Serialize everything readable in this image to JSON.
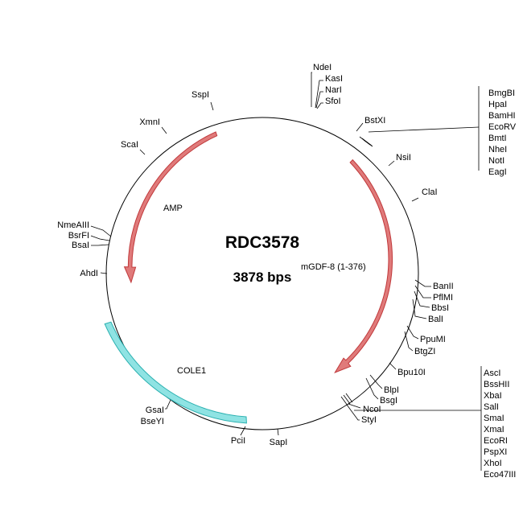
{
  "plasmid": {
    "name": "RDC3578",
    "size_label": "3878 bps",
    "backbone_color": "#000000"
  },
  "features": [
    {
      "name": "AMP",
      "type": "arrow",
      "color": "#e07a7a",
      "stroke": "#c0393b"
    },
    {
      "name": "mGDF-8 (1-376)",
      "type": "arrow",
      "color": "#e07a7a",
      "stroke": "#c0393b"
    },
    {
      "name": "COLE1",
      "type": "block",
      "color": "#8fe3e3",
      "stroke": "#2ab0b0"
    }
  ],
  "sites": [
    {
      "id": "ndel",
      "label": "NdeI"
    },
    {
      "id": "kasi",
      "label": "KasI"
    },
    {
      "id": "nari",
      "label": "NarI"
    },
    {
      "id": "sfoi",
      "label": "SfoI"
    },
    {
      "id": "bstxi",
      "label": "BstXI"
    },
    {
      "id": "nsii",
      "label": "NsiI"
    },
    {
      "id": "clai",
      "label": "ClaI"
    },
    {
      "id": "banii",
      "label": "BanII"
    },
    {
      "id": "pflmi",
      "label": "PflMI"
    },
    {
      "id": "bbsi",
      "label": "BbsI"
    },
    {
      "id": "bali",
      "label": "BalI"
    },
    {
      "id": "ppumi",
      "label": "PpuMI"
    },
    {
      "id": "btgzi",
      "label": "BtgZI"
    },
    {
      "id": "bpu10i",
      "label": "Bpu10I"
    },
    {
      "id": "blpi",
      "label": "BlpI"
    },
    {
      "id": "bsgi",
      "label": "BsgI"
    },
    {
      "id": "ncoi",
      "label": "NcoI"
    },
    {
      "id": "styi",
      "label": "StyI"
    },
    {
      "id": "sapi",
      "label": "SapI"
    },
    {
      "id": "pcii",
      "label": "PciI"
    },
    {
      "id": "gsai",
      "label": "GsaI"
    },
    {
      "id": "bseyi",
      "label": "BseYI"
    },
    {
      "id": "ahdi",
      "label": "AhdI"
    },
    {
      "id": "bsai",
      "label": "BsaI"
    },
    {
      "id": "bsrfi",
      "label": "BsrFI"
    },
    {
      "id": "nmeaiii",
      "label": "NmeAIII"
    },
    {
      "id": "scai",
      "label": "ScaI"
    },
    {
      "id": "xmni",
      "label": "XmnI"
    },
    {
      "id": "sspi",
      "label": "SspI"
    }
  ],
  "site_groups": [
    {
      "id": "group-top-right",
      "labels": [
        "BmgBI",
        "HpaI",
        "BamHI",
        "EcoRV",
        "BmtI",
        "NheI",
        "NotI",
        "EagI"
      ]
    },
    {
      "id": "group-bottom-right",
      "labels": [
        "AscI",
        "BssHII",
        "XbaI",
        "SalI",
        "SmaI",
        "XmaI",
        "EcoRI",
        "PspXI",
        "XhoI",
        "Eco47III"
      ]
    }
  ]
}
